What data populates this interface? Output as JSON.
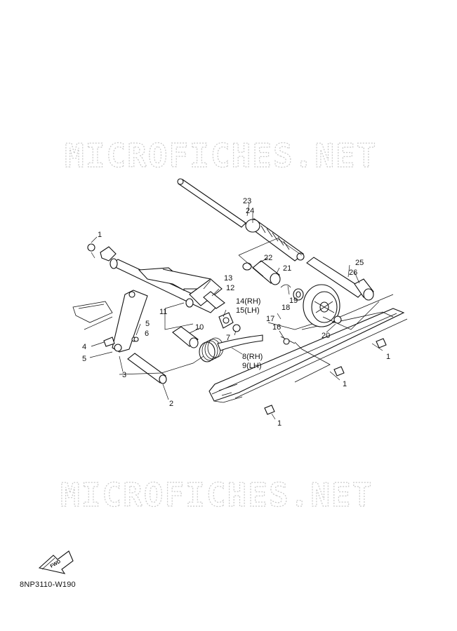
{
  "watermark": {
    "text": "MICROFICHES.NET"
  },
  "diagram_code": "8NP3110-W190",
  "fwd_label": "FWD",
  "callouts": [
    {
      "id": "c1a",
      "text": "1"
    },
    {
      "id": "c1b",
      "text": "1"
    },
    {
      "id": "c1c",
      "text": "1"
    },
    {
      "id": "c1d",
      "text": "1"
    },
    {
      "id": "c2",
      "text": "2"
    },
    {
      "id": "c3",
      "text": "3"
    },
    {
      "id": "c4",
      "text": "4"
    },
    {
      "id": "c5a",
      "text": "5"
    },
    {
      "id": "c5b",
      "text": "5"
    },
    {
      "id": "c6",
      "text": "6"
    },
    {
      "id": "c7",
      "text": "7"
    },
    {
      "id": "c8",
      "text": "8(RH)"
    },
    {
      "id": "c9",
      "text": "9(LH)"
    },
    {
      "id": "c10",
      "text": "10"
    },
    {
      "id": "c11",
      "text": "11"
    },
    {
      "id": "c12",
      "text": "12"
    },
    {
      "id": "c13",
      "text": "13"
    },
    {
      "id": "c14",
      "text": "14(RH)"
    },
    {
      "id": "c15",
      "text": "15(LH)"
    },
    {
      "id": "c16",
      "text": "16"
    },
    {
      "id": "c17",
      "text": "17"
    },
    {
      "id": "c18",
      "text": "18"
    },
    {
      "id": "c19",
      "text": "19"
    },
    {
      "id": "c20",
      "text": "20"
    },
    {
      "id": "c21",
      "text": "21"
    },
    {
      "id": "c22",
      "text": "22"
    },
    {
      "id": "c23",
      "text": "23"
    },
    {
      "id": "c24",
      "text": "24"
    },
    {
      "id": "c25",
      "text": "25"
    },
    {
      "id": "c26",
      "text": "26"
    }
  ]
}
